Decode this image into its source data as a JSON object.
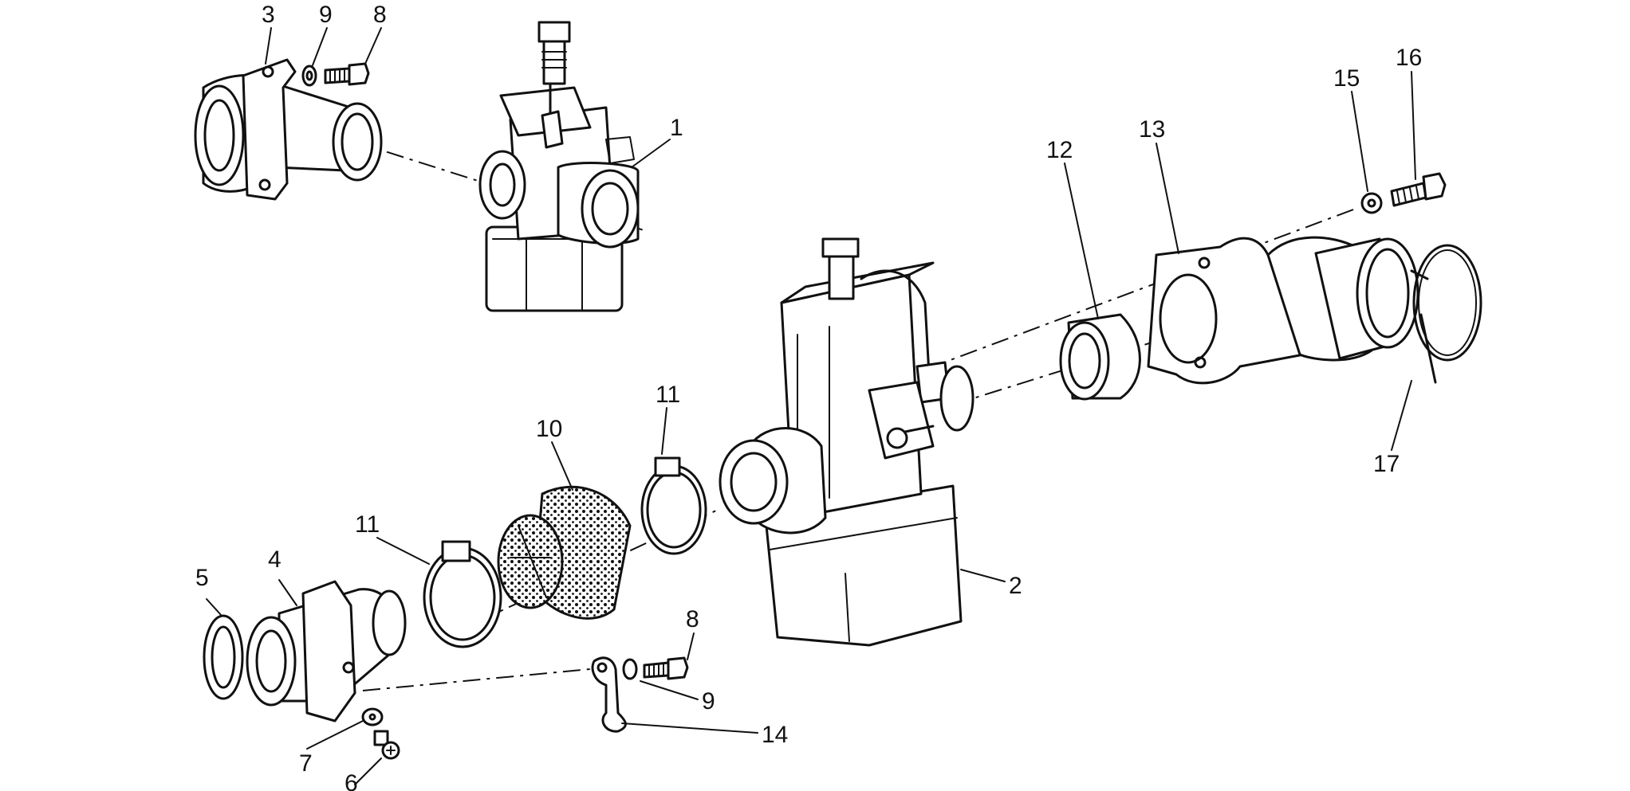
{
  "diagram": {
    "labels": {
      "l1": "1",
      "l2": "2",
      "l3": "3",
      "l4": "4",
      "l5": "5",
      "l6": "6",
      "l7": "7",
      "l8a": "8",
      "l8b": "8",
      "l9a": "9",
      "l9b": "9",
      "l10": "10",
      "l11a": "11",
      "l11b": "11",
      "l12": "12",
      "l13": "13",
      "l14": "14",
      "l15": "15",
      "l16": "16",
      "l17": "17"
    }
  }
}
